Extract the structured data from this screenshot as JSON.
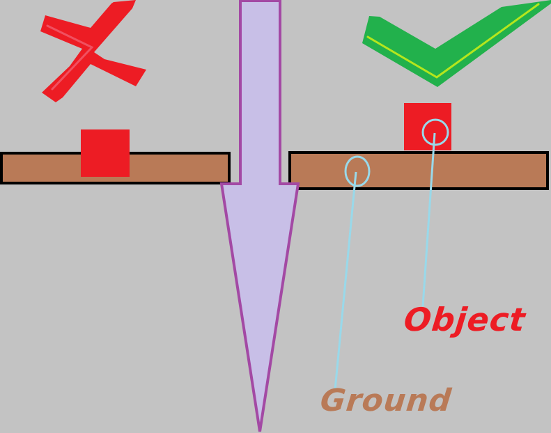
{
  "diagram": {
    "title": "Object resting on ground vs. embedded in ground",
    "background": "#c3c3c3",
    "left_panel": {
      "verdict": "incorrect",
      "icon": "cross-icon",
      "icon_color": "#ed1c24",
      "description": "Object overlapping / sunk into the ground"
    },
    "right_panel": {
      "verdict": "correct",
      "icon": "checkmark-icon",
      "icon_color": "#22b14c",
      "description": "Object sitting on top of the ground"
    },
    "arrow": {
      "direction": "down",
      "fill": "#c8bfe7",
      "stroke": "#a349a4"
    },
    "colors": {
      "object": "#ed1c24",
      "ground": "#b97a57",
      "ground_border": "#000000",
      "callout": "#99d9ea"
    },
    "labels": {
      "object": "Object",
      "ground": "Ground"
    }
  }
}
